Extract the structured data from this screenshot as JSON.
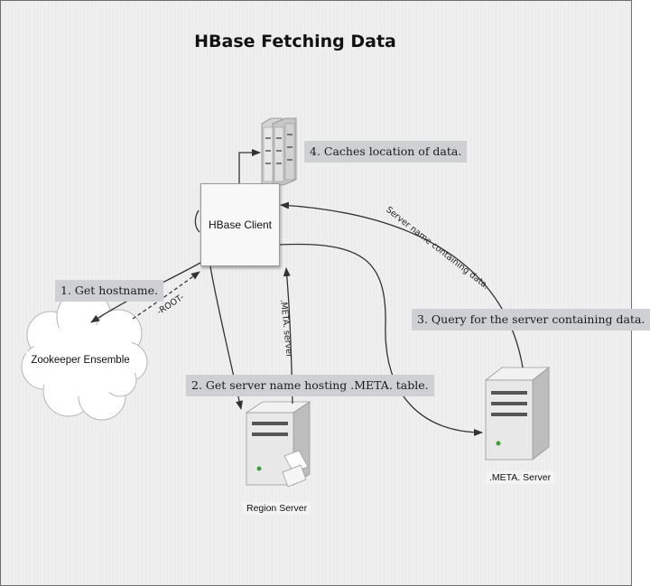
{
  "title": "HBase Fetching Data",
  "client": {
    "label": "HBase Client"
  },
  "zookeeper": {
    "label": "Zookeeper Ensemble"
  },
  "region_server": {
    "label": "Region Server"
  },
  "meta_server": {
    "label": ".META. Server"
  },
  "steps": {
    "get_hostname": "1. Get hostname.",
    "get_meta": "2. Get server name hosting .META. table.",
    "query": "3. Query for the server containing data.",
    "cache": "4. Caches location of data."
  },
  "edges": {
    "root": "-ROOT-",
    "meta_server": ".META. server",
    "server_name": "Server name containing data."
  },
  "colors": {
    "background": "#efefef",
    "step_box": "#cfd0d4",
    "arrow": "#333333",
    "server_body": "#e6e6e6"
  },
  "icons": [
    "server-rack-icon",
    "cloud-icon",
    "server-tower-icon",
    "server-tower-icon"
  ]
}
